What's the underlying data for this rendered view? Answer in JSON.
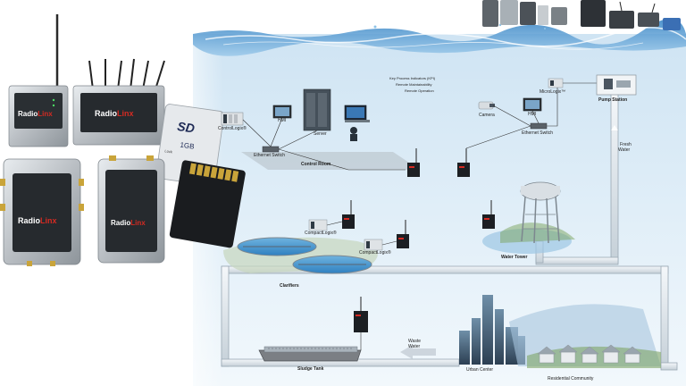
{
  "header": {
    "kpi_notes": [
      "Key Process Indicators (KPI)",
      "Remote Maintainability",
      "Remote Operation"
    ]
  },
  "products": {
    "brand_text": "RadioLinx",
    "sd_card": {
      "brand": "SD",
      "capacity": "1GB",
      "lock_label": "Lock"
    }
  },
  "labels": {
    "control_logix": "ControlLogix®",
    "hmi_control": "HMI",
    "server": "Server",
    "ethernet_switch_control": "Ethernet Switch",
    "control_room": "Control Room",
    "camera": "Camera",
    "hmi_pump": "HMI",
    "ethernet_switch_pump": "Ethernet Switch",
    "micrologix": "MicroLogix™",
    "pump_station": "Pump Station",
    "fresh_water": [
      "Fresh",
      "Water"
    ],
    "water_tower": "Water Tower",
    "compact_logix_1": "CompactLogix®",
    "compact_logix_2": "CompactLogix®",
    "clarifiers": "Clarifiers",
    "sludge_tank": "Sludge Tank",
    "waste_water": [
      "Waste",
      "Water"
    ],
    "urban_center": "Urban Center",
    "residential_community": "Residential Community"
  },
  "colors": {
    "sky_blue": "#d3e7f4",
    "water_blue": "#5aa4d8",
    "pipe": "#dde4ea",
    "pipe_edge": "#9aa8b3",
    "device_dark": "#1c1f23",
    "device_silver": "#b9bec3",
    "accent_red": "#d42a22"
  }
}
